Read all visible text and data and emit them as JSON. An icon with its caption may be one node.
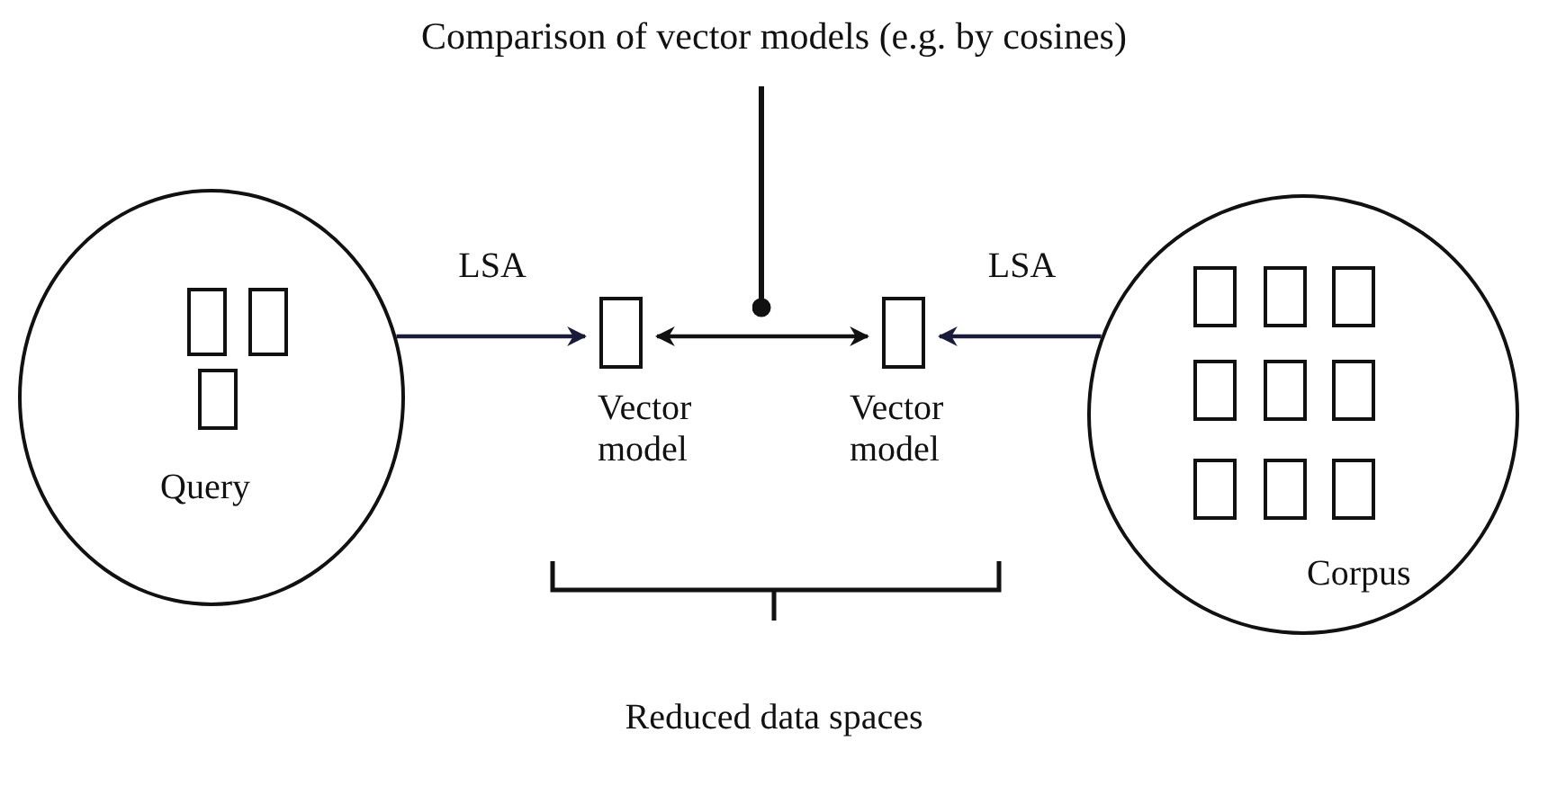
{
  "diagram": {
    "nodes": [
      {
        "text": [
          "Query"
        ]
      },
      {
        "text": [],
        "shape": "box",
        "in": 0
      },
      {
        "text": [],
        "shape": "box",
        "in": 0
      },
      {
        "text": [],
        "shape": "box",
        "in": 0
      },
      {
        "text": [],
        "shape": "box",
        "beside": [
          "Vector model"
        ]
      },
      {
        "text": [],
        "shape": "box",
        "beside": [
          "Vector model"
        ]
      },
      {
        "text": [
          "Corpus"
        ]
      },
      {
        "text": [],
        "shape": "box",
        "in": 6
      },
      {
        "text": [],
        "shape": "box",
        "in": 6
      },
      {
        "text": [],
        "shape": "box",
        "in": 6
      },
      {
        "text": [],
        "shape": "box",
        "in": 6
      },
      {
        "text": [],
        "shape": "box",
        "in": 6
      },
      {
        "text": [],
        "shape": "box",
        "in": 6
      },
      {
        "text": [],
        "shape": "box",
        "in": 6
      },
      {
        "text": [],
        "shape": "box",
        "in": 6
      },
      {
        "text": [],
        "shape": "box",
        "in": 6
      },
      {
        "text": [
          "Comparison of vector models (e.g. by cosines)"
        ]
      }
    ],
    "edges": [
      {
        "from": 0,
        "to": 4,
        "arrow": "to",
        "label": "LSA",
        "color": "#1a1a3a"
      },
      {
        "from": 6,
        "to": 5,
        "arrow": "to",
        "label": "LSA",
        "color": "#1a1a3a"
      },
      {
        "from": 4,
        "to": 5,
        "arrow": "both"
      },
      {
        "from": 16,
        "to": null,
        "arrow": "other"
      }
    ],
    "labels": [
      "Reduced data spaces"
    ]
  }
}
